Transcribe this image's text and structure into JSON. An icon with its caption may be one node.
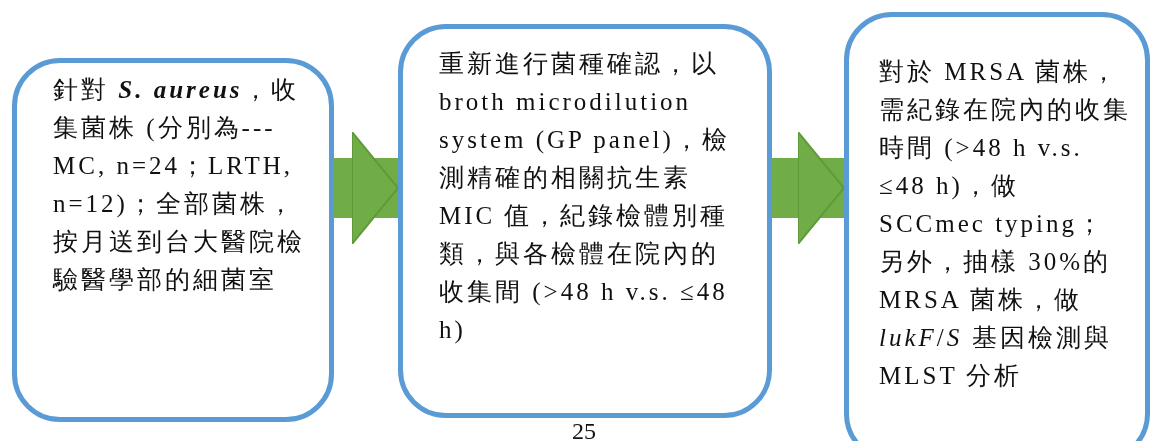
{
  "diagram": {
    "nodes": [
      {
        "text": [
          "針對 **S. aureus**，收集菌株 (分別為---MC, n=24；LRTH, n=12)；全部菌株，按月送到台大醫院檢驗醫學部的細菌室"
        ]
      },
      {
        "text": [
          "重新進行菌種確認，以 broth microdilution system (GP panel)，檢測精確的相關抗生素 MIC 值，紀錄檢體別種類，與各檢體在院內的收集間 (>48 h v.s. ≤48 h)"
        ]
      },
      {
        "text": [
          "對於 MRSA 菌株，需紀錄在院內的收集時間 (>48 h v.s. ≤48 h)，做 SCCmec typing；另外，抽樣 30%的 MRSA 菌株，做 *lukF*/*S* 基因檢測與 MLST 分析"
        ]
      }
    ],
    "edges": [
      {
        "from": 0,
        "to": 1,
        "arrow": "to"
      },
      {
        "from": 1,
        "to": 2,
        "arrow": "to"
      }
    ],
    "labels": [
      "25"
    ]
  }
}
